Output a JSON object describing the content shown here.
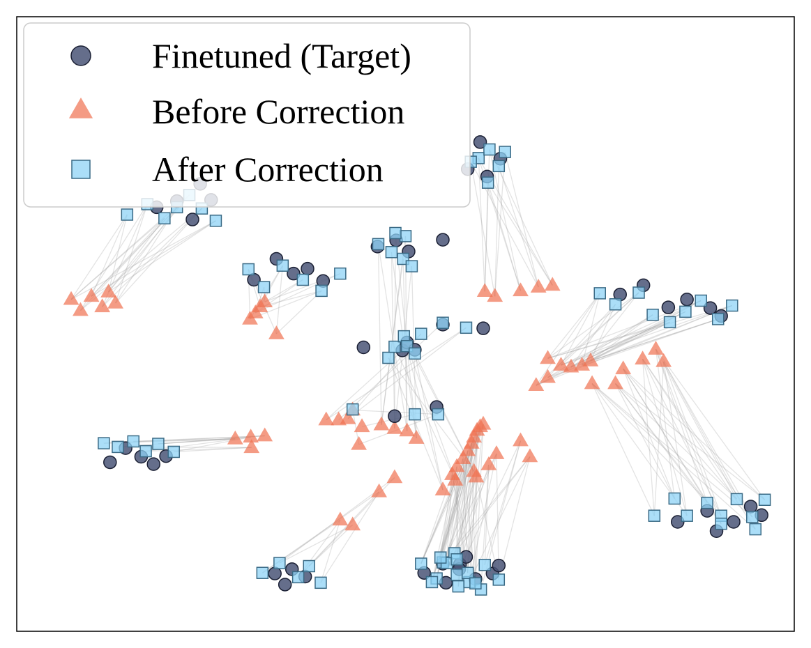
{
  "chart_data": {
    "type": "scatter",
    "title": "",
    "xlabel": "",
    "ylabel": "",
    "grid": false,
    "axis_ticks": false,
    "xlim": [
      0,
      1000
    ],
    "ylim": [
      0,
      1000
    ],
    "legend_position": "top-left",
    "colors": {
      "target": "#4a5577",
      "target_edge": "#1a1f33",
      "before": "#f07050",
      "after": "#8fd3f5",
      "after_edge": "#3a6a85",
      "link": "#9a9a9a"
    },
    "legend": [
      {
        "key": "target",
        "label": "Finetuned (Target)",
        "marker": "circle"
      },
      {
        "key": "before",
        "label": "Before Correction",
        "marker": "triangle"
      },
      {
        "key": "after",
        "label": "After Correction",
        "marker": "square"
      }
    ],
    "clusters": [
      {
        "before": [
          [
            70,
            540
          ],
          [
            82,
            522
          ],
          [
            96,
            545
          ],
          [
            110,
            528
          ],
          [
            118,
            552
          ],
          [
            127,
            534
          ]
        ],
        "after": [
          [
            142,
            678
          ],
          [
            168,
            695
          ],
          [
            190,
            672
          ],
          [
            206,
            690
          ],
          [
            222,
            710
          ],
          [
            238,
            688
          ],
          [
            256,
            668
          ]
        ],
        "target": [
          [
            180,
            690
          ],
          [
            206,
            700
          ],
          [
            226,
            670
          ],
          [
            250,
            702
          ],
          [
            236,
            728
          ]
        ]
      },
      {
        "before": [
          [
            300,
            508
          ],
          [
            307,
            518
          ],
          [
            313,
            528
          ],
          [
            319,
            536
          ],
          [
            334,
            484
          ]
        ],
        "after": [
          [
            298,
            589
          ],
          [
            318,
            560
          ],
          [
            342,
            595
          ],
          [
            368,
            572
          ],
          [
            392,
            554
          ],
          [
            416,
            582
          ]
        ],
        "target": [
          [
            305,
            572
          ],
          [
            334,
            606
          ],
          [
            356,
            582
          ],
          [
            394,
            570
          ],
          [
            374,
            590
          ]
        ]
      },
      {
        "before": [
          [
            281,
            313
          ],
          [
            301,
            316
          ],
          [
            319,
            318
          ],
          [
            302,
            299
          ]
        ],
        "after": [
          [
            112,
            306
          ],
          [
            130,
            300
          ],
          [
            150,
            309
          ],
          [
            166,
            293
          ],
          [
            182,
            305
          ],
          [
            202,
            292
          ]
        ],
        "target": [
          [
            140,
            298
          ],
          [
            160,
            284
          ],
          [
            176,
            272
          ],
          [
            192,
            285
          ],
          [
            120,
            275
          ]
        ]
      },
      {
        "before": [
          [
            416,
            181
          ],
          [
            432,
            173
          ],
          [
            466,
            227
          ],
          [
            486,
            250
          ]
        ],
        "after": [
          [
            316,
            95
          ],
          [
            338,
            111
          ],
          [
            362,
            88
          ],
          [
            376,
            106
          ],
          [
            391,
            79
          ]
        ],
        "target": [
          [
            332,
            94
          ],
          [
            354,
            101
          ],
          [
            371,
            89
          ],
          [
            345,
            76
          ]
        ]
      },
      {
        "before": [
          [
            469,
            336
          ],
          [
            486,
            330
          ],
          [
            502,
            326
          ],
          [
            514,
            314
          ]
        ],
        "after": [
          [
            465,
            630
          ],
          [
            482,
            617
          ],
          [
            497,
            606
          ],
          [
            508,
            594
          ],
          [
            500,
            643
          ],
          [
            487,
            648
          ]
        ],
        "target": [
          [
            488,
            636
          ],
          [
            504,
            618
          ],
          [
            464,
            626
          ],
          [
            548,
            637
          ]
        ]
      },
      {
        "before": [
          [
            398,
            344
          ],
          [
            414,
            344
          ],
          [
            426,
            346
          ]
        ],
        "after": [
          [
            520,
            484
          ],
          [
            548,
            502
          ],
          [
            578,
            494
          ]
        ],
        "target": [
          [
            548,
            499
          ],
          [
            600,
            493
          ]
        ]
      },
      {
        "before": [
          [
            591,
            251
          ],
          [
            607,
            271
          ],
          [
            617,
            289
          ],
          [
            648,
            310
          ],
          [
            660,
            284
          ]
        ],
        "after": [
          [
            548,
            112
          ],
          [
            566,
            92
          ],
          [
            582,
            80
          ],
          [
            602,
            108
          ],
          [
            620,
            84
          ],
          [
            597,
            68
          ],
          [
            563,
            127
          ]
        ],
        "target": [
          [
            570,
            109
          ],
          [
            590,
            85
          ],
          [
            612,
            94
          ],
          [
            578,
            121
          ],
          [
            620,
            107
          ]
        ]
      },
      {
        "before": [
          [
            648,
            554
          ],
          [
            671,
            560
          ],
          [
            689,
            563
          ],
          [
            615,
            545
          ],
          [
            602,
            553
          ]
        ],
        "after": [
          [
            606,
            730
          ],
          [
            620,
            757
          ],
          [
            594,
            770
          ],
          [
            628,
            780
          ],
          [
            608,
            784
          ],
          [
            584,
            764
          ]
        ],
        "target": [
          [
            605,
            740
          ],
          [
            622,
            769
          ],
          [
            596,
            796
          ],
          [
            580,
            752
          ]
        ]
      },
      {
        "before": [
          [
            668,
            400
          ],
          [
            683,
            413
          ],
          [
            700,
            433
          ],
          [
            713,
            430
          ],
          [
            727,
            433
          ],
          [
            738,
            440
          ],
          [
            683,
            444
          ]
        ],
        "after": [
          [
            750,
            550
          ],
          [
            770,
            532
          ],
          [
            800,
            551
          ],
          [
            818,
            515
          ],
          [
            840,
            503
          ],
          [
            860,
            520
          ],
          [
            880,
            538
          ],
          [
            902,
            508
          ],
          [
            920,
            530
          ]
        ],
        "target": [
          [
            776,
            548
          ],
          [
            806,
            563
          ],
          [
            838,
            527
          ],
          [
            862,
            540
          ],
          [
            892,
            526
          ],
          [
            906,
            513
          ]
        ]
      },
      {
        "before": [
          [
            740,
            403
          ],
          [
            780,
            427
          ],
          [
            805,
            443
          ],
          [
            822,
            459
          ],
          [
            832,
            439
          ],
          [
            770,
            403
          ]
        ],
        "after": [
          [
            820,
            188
          ],
          [
            846,
            216
          ],
          [
            862,
            188
          ],
          [
            888,
            209
          ],
          [
            906,
            188
          ],
          [
            926,
            215
          ],
          [
            946,
            186
          ],
          [
            962,
            214
          ],
          [
            950,
            166
          ],
          [
            906,
            175
          ]
        ],
        "target": [
          [
            850,
            178
          ],
          [
            888,
            196
          ],
          [
            922,
            178
          ],
          [
            944,
            203
          ],
          [
            958,
            189
          ],
          [
            900,
            163
          ]
        ]
      },
      {
        "before": [
          [
            548,
            230
          ],
          [
            564,
            246
          ],
          [
            588,
            260
          ]
        ],
        "after": [
          [
            478,
            445
          ],
          [
            486,
            463
          ],
          [
            498,
            480
          ],
          [
            502,
            464
          ],
          [
            512,
            452
          ]
        ],
        "target": [
          [
            496,
            457
          ],
          [
            502,
            470
          ],
          [
            512,
            458
          ],
          [
            446,
            462
          ]
        ]
      },
      {
        "before": [
          [
            440,
            304
          ],
          [
            444,
            333
          ],
          [
            432,
            360
          ]
        ],
        "after": [
          [
            432,
            361
          ],
          [
            512,
            353
          ],
          [
            542,
            353
          ]
        ],
        "target": [
          [
            486,
            350
          ],
          [
            540,
            365
          ]
        ]
      },
      {
        "before": [
          [
            560,
            255
          ],
          [
            566,
            268
          ],
          [
            574,
            281
          ],
          [
            580,
            294
          ],
          [
            585,
            306
          ],
          [
            588,
            316
          ],
          [
            592,
            327
          ],
          [
            596,
            333
          ],
          [
            600,
            337
          ]
        ],
        "after": [
          [
            520,
            110
          ],
          [
            540,
            86
          ],
          [
            553,
            111
          ],
          [
            568,
            73
          ],
          [
            580,
            95
          ],
          [
            566,
            117
          ],
          [
            545,
            120
          ],
          [
            534,
            80
          ],
          [
            590,
            78
          ]
        ],
        "target": [
          [
            524,
            95
          ],
          [
            552,
            79
          ],
          [
            569,
            101
          ],
          [
            548,
            110
          ]
        ]
      }
    ]
  }
}
